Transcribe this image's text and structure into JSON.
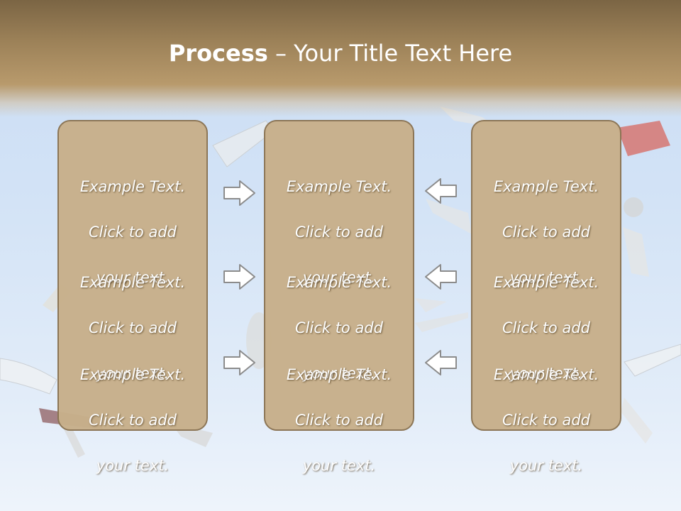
{
  "slide": {
    "title_bold": "Process",
    "title_rest": " – Your Title Text Here"
  },
  "panels": [
    {
      "blocks": [
        {
          "line1": "Example Text.",
          "line2": "Click  to add",
          "line3": "your text."
        },
        {
          "line1": "Example Text.",
          "line2": "Click  to add",
          "line3": "your text."
        },
        {
          "line1": "Example Text.",
          "line2": "Click  to add",
          "line3": "your text."
        }
      ]
    },
    {
      "blocks": [
        {
          "line1": "Example Text.",
          "line2": "Click  to add",
          "line3": "your text."
        },
        {
          "line1": "Example Text.",
          "line2": "Click  to add",
          "line3": "your text."
        },
        {
          "line1": "Example Text.",
          "line2": "Click  to add",
          "line3": "your text."
        }
      ]
    },
    {
      "blocks": [
        {
          "line1": "Example Text.",
          "line2": "Click  to add",
          "line3": "your text."
        },
        {
          "line1": "Example Text.",
          "line2": "Click  to add",
          "line3": "your text."
        },
        {
          "line1": "Example Text.",
          "line2": "Click  to add",
          "line3": "your text."
        }
      ]
    }
  ],
  "colors": {
    "panel_fill": "#c8b08b",
    "panel_border": "#8a7352",
    "title_band": "#9c8158",
    "sky": "#c9dcf4"
  },
  "icons": {
    "left_arrows": "right-arrow-icon",
    "right_arrows": "left-arrow-icon",
    "background": "airplanes-image"
  }
}
